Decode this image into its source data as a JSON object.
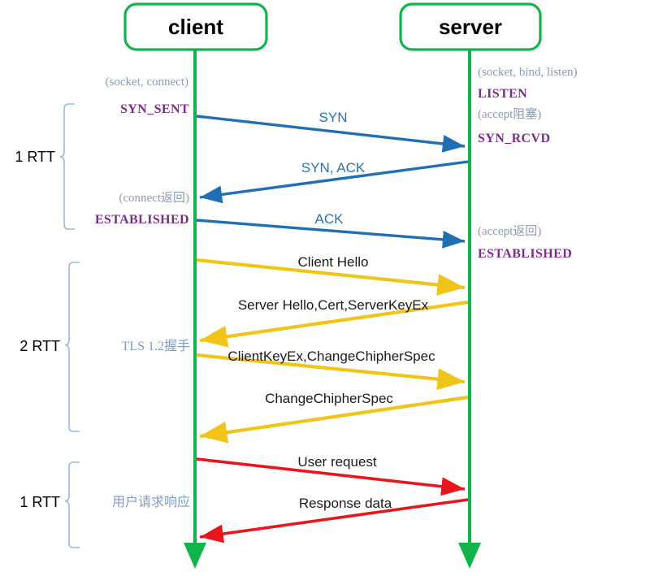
{
  "diagram": {
    "title_client": "client",
    "title_server": "server",
    "colors": {
      "lifeline": "#12b34a",
      "actor_border": "#12b34a",
      "tcp_arrow": "#1f6fb5",
      "tls_arrow": "#f0c419",
      "http_arrow": "#e8161b",
      "state_text": "#7b2d8b",
      "note_text": "#8b9bb4",
      "bracket": "#9ab8dc",
      "group_text": "#7f9bc4"
    },
    "client_notes": [
      {
        "id": "client-socket-connect",
        "text": "(socket, connect)"
      },
      {
        "id": "client-connect-return",
        "text": "(connect返回)"
      }
    ],
    "client_states": [
      {
        "id": "client-syn-sent",
        "text": "SYN_SENT"
      },
      {
        "id": "client-established",
        "text": "ESTABLISHED"
      }
    ],
    "server_notes": [
      {
        "id": "server-socket-bind-listen",
        "text": "(socket, bind, listen)"
      },
      {
        "id": "server-accept-block",
        "text": "(accept阻塞)"
      },
      {
        "id": "server-accept-return",
        "text": "(accept返回)"
      }
    ],
    "server_states": [
      {
        "id": "server-listen",
        "text": "LISTEN"
      },
      {
        "id": "server-syn-rcvd",
        "text": "SYN_RCVD"
      },
      {
        "id": "server-established",
        "text": "ESTABLISHED"
      }
    ],
    "messages": [
      {
        "id": "msg-syn",
        "label": "SYN",
        "direction": "c2s",
        "phase": "tcp"
      },
      {
        "id": "msg-syn-ack",
        "label": "SYN, ACK",
        "direction": "s2c",
        "phase": "tcp"
      },
      {
        "id": "msg-ack",
        "label": "ACK",
        "direction": "c2s",
        "phase": "tcp"
      },
      {
        "id": "msg-client-hello",
        "label": "Client Hello",
        "direction": "c2s",
        "phase": "tls"
      },
      {
        "id": "msg-server-hello",
        "label": "Server Hello,Cert,ServerKeyEx",
        "direction": "s2c",
        "phase": "tls"
      },
      {
        "id": "msg-client-keyex",
        "label": "ClientKeyEx,ChangeChipherSpec",
        "direction": "c2s",
        "phase": "tls"
      },
      {
        "id": "msg-change-cipher",
        "label": "ChangeChipherSpec",
        "direction": "s2c",
        "phase": "tls"
      },
      {
        "id": "msg-user-request",
        "label": "User request",
        "direction": "c2s",
        "phase": "http"
      },
      {
        "id": "msg-response-data",
        "label": "Response data",
        "direction": "s2c",
        "phase": "http"
      }
    ],
    "rtt_groups": [
      {
        "id": "rtt-tcp",
        "rtt": "1 RTT",
        "note": ""
      },
      {
        "id": "rtt-tls",
        "rtt": "2 RTT",
        "note": "TLS 1.2握手"
      },
      {
        "id": "rtt-http",
        "rtt": "1 RTT",
        "note": "用户请求响应"
      }
    ]
  }
}
